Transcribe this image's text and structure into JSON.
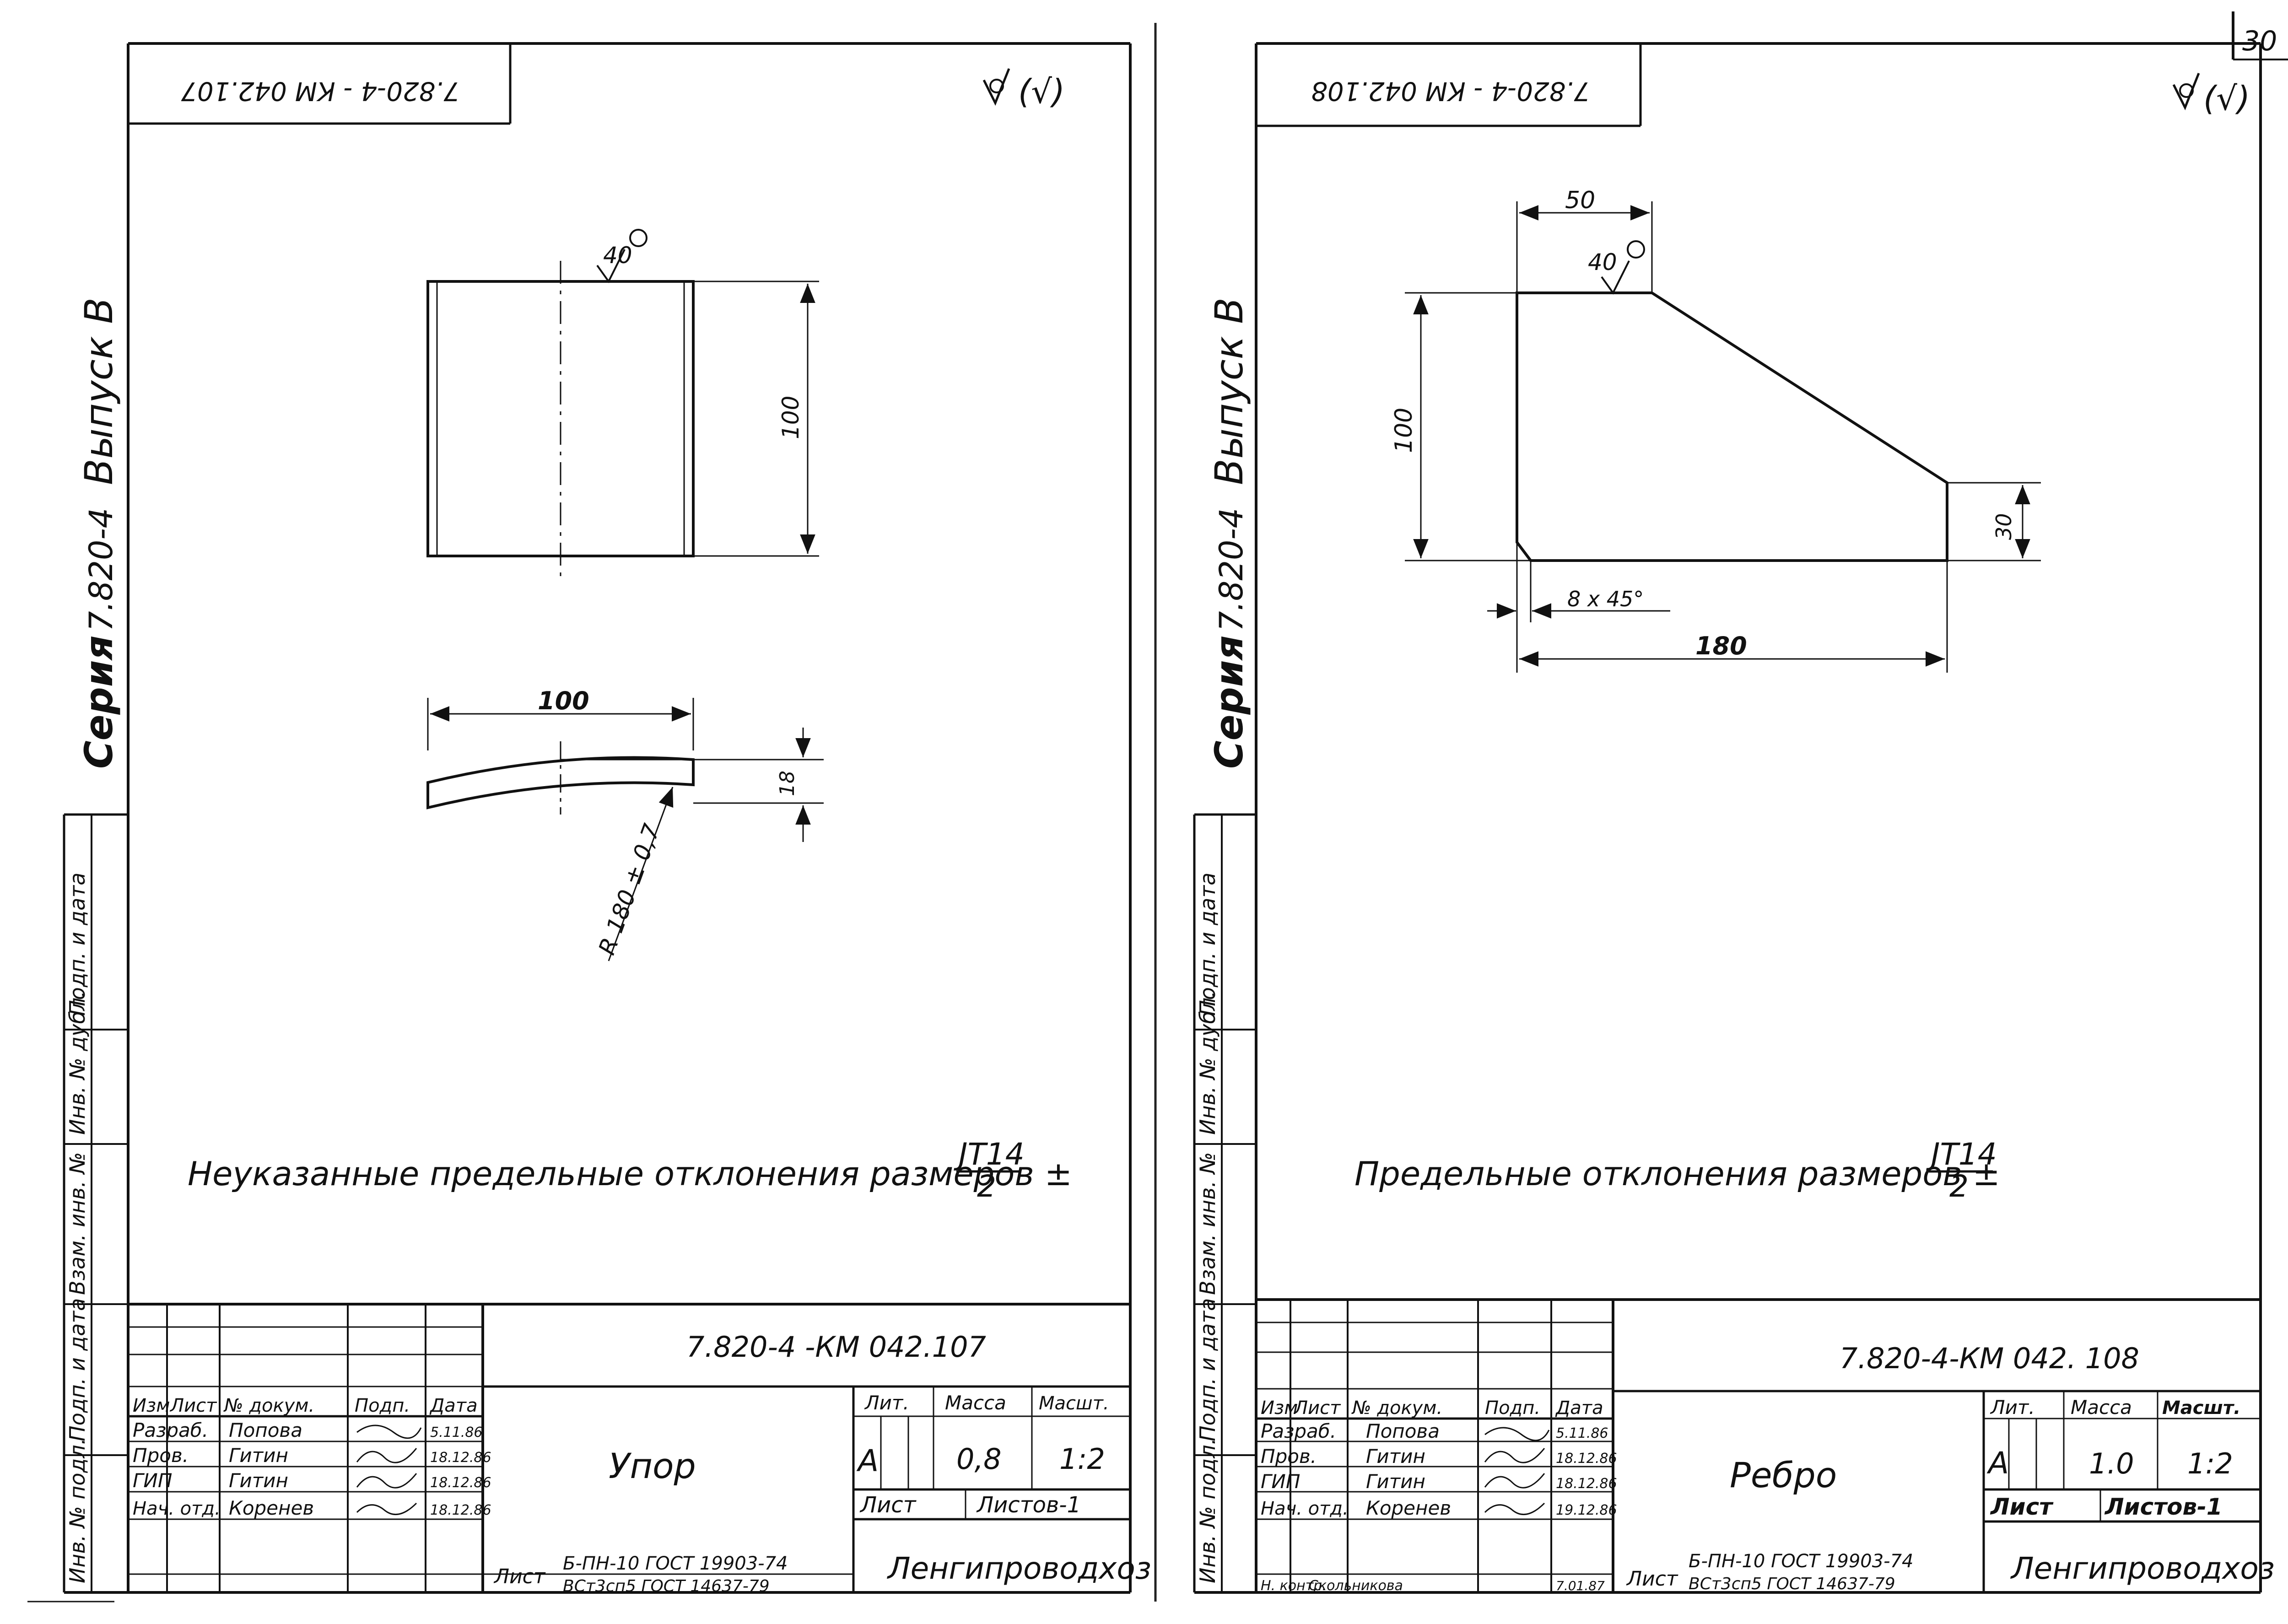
{
  "page_number": "30",
  "left_sheet": {
    "top_code": "7.820-4 - КМ 042.107",
    "roughness": "(√)",
    "series_label": "Серия",
    "series_number": "7.820-4",
    "issue_label": "Выпуск В",
    "side_cols": [
      "Инв. № подл.",
      "Подп. и дата",
      "Взам. инв. №",
      "Инв. № дубл.",
      "Подп. и дата"
    ],
    "weld_mark": "40",
    "dim_plan_height": "100",
    "dim_arc_width": "100",
    "dim_thickness": "18",
    "dim_radius": "R 180 ± 0,7",
    "note_prefix": "Неуказанные предельные отклонения размеров ±",
    "note_num": "JT14",
    "note_den": "2",
    "doc_code": "7.820-4 -КМ 042.107",
    "part_name": "Упор",
    "hdr_lit": "Лит.",
    "hdr_mass": "Масса",
    "hdr_scale": "Масшт.",
    "lit": "А",
    "mass": "0,8",
    "scale": "1:2",
    "sheet_label": "Лист",
    "sheets_label": "Листов-1",
    "material_label": "Лист",
    "material_line1": "Б-ПН-10 ГОСТ 19903-74",
    "material_line2": "ВСт3сп5 ГОСТ 14637-79",
    "org": "Ленгипроводхоз",
    "col_izm": "Изм",
    "col_list": "Лист",
    "col_doc": "№ докум.",
    "col_sign": "Подп.",
    "col_date": "Дата",
    "rows": [
      {
        "role": "Разраб.",
        "name": "Попова",
        "date": "5.11.86"
      },
      {
        "role": "Пров.",
        "name": "Гитин",
        "date": "18.12.86"
      },
      {
        "role": "ГИП",
        "name": "Гитин",
        "date": "18.12.86"
      },
      {
        "role": "Нач. отд.",
        "name": "Коренев",
        "date": "18.12.86"
      }
    ]
  },
  "right_sheet": {
    "top_code": "7.820-4 - КМ 042.108",
    "roughness": "(√)",
    "series_label": "Серия",
    "series_number": "7.820-4",
    "issue_label": "Выпуск В",
    "side_cols": [
      "Инв. № подл.",
      "Подп. и дата",
      "Взам. инв. №",
      "Инв. № дубл.",
      "Подп. и дата"
    ],
    "weld_mark": "40",
    "dim_top": "50",
    "dim_height": "100",
    "dim_right": "30",
    "dim_chamfer": "8 x 45°",
    "dim_length": "180",
    "note_prefix": "Предельные отклонения размеров ±",
    "note_num": "JT14",
    "note_den": "2",
    "doc_code": "7.820-4-КМ 042. 108",
    "part_name": "Ребро",
    "hdr_lit": "Лит.",
    "hdr_mass": "Масса",
    "hdr_scale": "Масшт.",
    "lit": "А",
    "mass": "1.0",
    "scale": "1:2",
    "sheet_label": "Лист",
    "sheets_label": "Листов-1",
    "material_label": "Лист",
    "material_line1": "Б-ПН-10 ГОСТ 19903-74",
    "material_line2": "ВСт3сп5 ГОСТ 14637-79",
    "org": "Ленгипроводхоз",
    "col_izm": "Изм",
    "col_list": "Лист",
    "col_doc": "№ докум.",
    "col_sign": "Подп.",
    "col_date": "Дата",
    "rows": [
      {
        "role": "Разраб.",
        "name": "Попова",
        "date": "5.11.86"
      },
      {
        "role": "Пров.",
        "name": "Гитин",
        "date": "18.12.86"
      },
      {
        "role": "ГИП",
        "name": "Гитин",
        "date": "18.12.86"
      },
      {
        "role": "Нач. отд.",
        "name": "Коренев",
        "date": "19.12.86"
      }
    ],
    "extra_row": {
      "role": "Н. контр.",
      "name": "Скольникова",
      "date": "7.01.87"
    }
  }
}
